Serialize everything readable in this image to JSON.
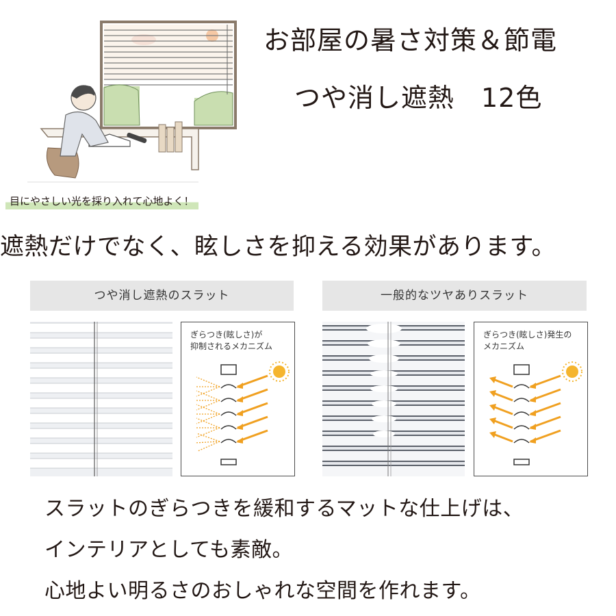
{
  "header": {
    "title_line1": "お部屋の暑さ対策＆節電",
    "title_line2": "つや消し遮熱　12色"
  },
  "illustration": {
    "caption": "目にやさしい光を採り入れて心地よく！"
  },
  "headline": "遮熱だけでなく、眩しさを抑える効果があります。",
  "comparison": {
    "matte": {
      "header": "つや消し遮熱のスラット",
      "diagram_text_line1": "ぎらつき(眩しさ)が",
      "diagram_text_line2": "抑制されるメカニズム"
    },
    "glossy": {
      "header": "一般的なツヤありスラット",
      "diagram_text_line1": "ぎらつき(眩しさ)発生の",
      "diagram_text_line2": "メカニズム"
    }
  },
  "body_text": {
    "line1": "スラットのぎらつきを緩和するマットな仕上げは、",
    "line2": "インテリアとしても素敵。",
    "line3": "心地よい明るさのおしゃれな空間を作れます。"
  },
  "colors": {
    "arrow": "#f0a020",
    "sun": "#f5b52e",
    "caption_highlight": "#cfe6b8",
    "panel_header_bg": "#e6e6e6"
  }
}
